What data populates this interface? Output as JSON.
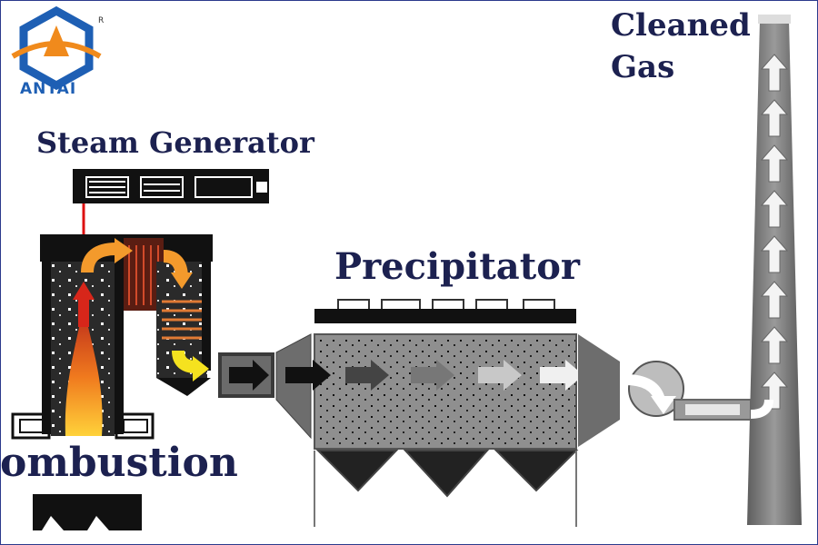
{
  "brand": {
    "name": "ANTAI",
    "registered_mark": "R",
    "colors": {
      "hex": "#1e5fb4",
      "triangle": "#f08a1c",
      "text": "#1e5fb4"
    }
  },
  "labels": {
    "steam_generator": "Steam Generator",
    "precipitator": "Precipitator",
    "combustion": "ombustion",
    "cleaned_gas_line1": "Cleaned",
    "cleaned_gas_line2": "Gas"
  },
  "colors": {
    "label_text": "#1c2150",
    "flame": "#e8491d",
    "flow_orange": "#f39a2c",
    "flow_yellow": "#f5e21f",
    "steel_dark": "#222222",
    "precipitator_body": "#8f8f8f",
    "frame": "#2b3a8c"
  }
}
